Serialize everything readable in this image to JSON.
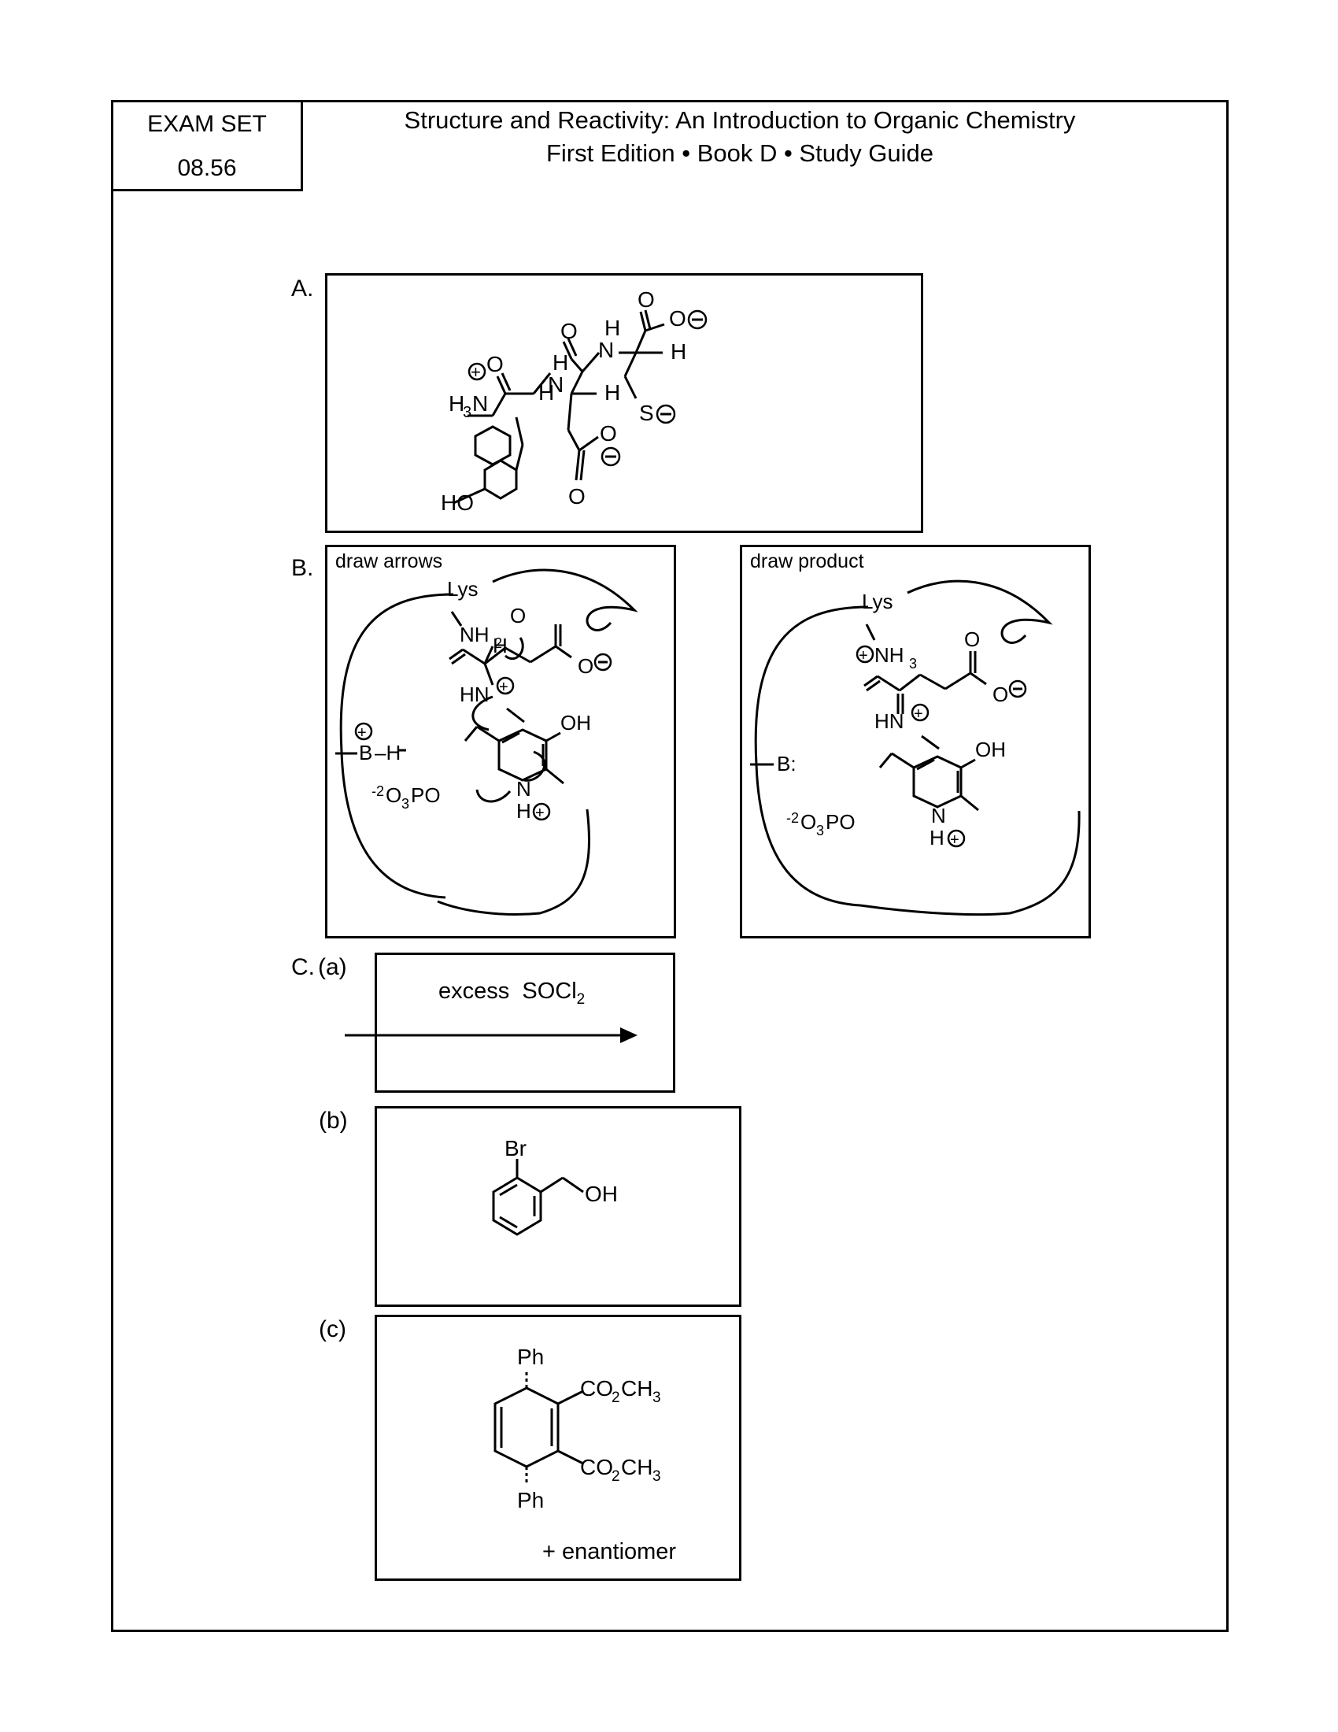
{
  "header": {
    "exam_set_label": "EXAM SET",
    "exam_set_number": "08.56",
    "title_line1": "Structure and Reactivity: An Introduction to Organic Chemistry",
    "title_line2": "First Edition • Book D • Study Guide"
  },
  "part_a": {
    "label": "A."
  },
  "part_b": {
    "label": "B.",
    "left_caption": "draw arrows",
    "right_caption": "draw product"
  },
  "part_c": {
    "label": "C.",
    "a_label": "(a)",
    "a_reagent": "excess  SOCl",
    "a_reagent_sub": "2",
    "b_label": "(b)",
    "c_label": "(c)",
    "c_note": "+ enantiomer"
  }
}
